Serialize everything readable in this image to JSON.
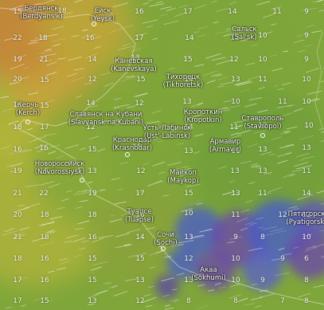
{
  "map": {
    "colors": {
      "sea": "#7a9a2e",
      "plain_green": "#7fa63a",
      "yellow_green": "#b3b43a",
      "warm": "#c9a23c",
      "orange": "#c98a3a",
      "mountain_blue": "#4a5fc4",
      "mountain_purple": "#6a4aa8",
      "wind_lines": "#ffffff"
    },
    "cities": [
      {
        "name": "Бердянск",
        "latin": "(Berdyans'k)"
      },
      {
        "name": "Ейск",
        "latin": "(Yeysk)"
      },
      {
        "name": "Сальск",
        "latin": "(Sal'sk)"
      },
      {
        "name": "Каневская",
        "latin": "(Kanevskaya)"
      },
      {
        "name": "Тихорецк",
        "latin": "(Tikhoretsk)"
      },
      {
        "name": "Керчь",
        "latin": "(Kerch)"
      },
      {
        "name": "Славянск на Кубани",
        "latin": "(Slavyansk na Kubani)"
      },
      {
        "name": "Краснодар",
        "latin": "(Krasnodar)"
      },
      {
        "name": "Усть-Лабинск",
        "latin": "(Ust'-Labinsk)"
      },
      {
        "name": "Кропоткин",
        "latin": "(Kropotkin)"
      },
      {
        "name": "Ставрополь",
        "latin": "(Stavropol)"
      },
      {
        "name": "Армавир",
        "latin": "(Armavir)"
      },
      {
        "name": "Новороссийск",
        "latin": "(Novorossiysk)"
      },
      {
        "name": "Майкоп",
        "latin": "(Maykop)"
      },
      {
        "name": "Туапсе",
        "latin": "(Tuapse)"
      },
      {
        "name": "Пятигорск",
        "latin": "(Pyatigorsk)"
      },
      {
        "name": "Сочи",
        "latin": "(Sochi)"
      },
      {
        "name": "Акаа",
        "latin": "(Sokhumi)"
      }
    ],
    "values": [
      "15",
      "18",
      "16",
      "17",
      "14",
      "11",
      "9",
      "22",
      "18",
      "16",
      "17",
      "14",
      "12",
      "10",
      "9",
      "19",
      "21",
      "14",
      "13",
      "15",
      "12",
      "10",
      "9",
      "20",
      "15",
      "12",
      "15",
      "14",
      "13",
      "11",
      "10",
      "19",
      "15",
      "14",
      "12",
      "13",
      "10",
      "11",
      "10",
      "18",
      "17",
      "12",
      "14",
      "11",
      "12",
      "10",
      "16",
      "16",
      "15",
      "15",
      "13",
      "11",
      "13",
      "13",
      "19",
      "16",
      "13",
      "12",
      "13",
      "13",
      "11",
      "21",
      "22",
      "19",
      "17",
      "15",
      "13",
      "11",
      "14",
      "20",
      "18",
      "18",
      "16",
      "10",
      "11",
      "12",
      "12",
      "21",
      "18",
      "16",
      "14",
      "13",
      "9",
      "8",
      "10",
      "18",
      "16",
      "15",
      "15",
      "12",
      "10",
      "9",
      "6",
      "17",
      "16",
      "15",
      "13",
      "13",
      "10",
      "9",
      "8",
      "17",
      "15",
      "13",
      "12",
      "8",
      "8",
      "7",
      "8"
    ]
  }
}
